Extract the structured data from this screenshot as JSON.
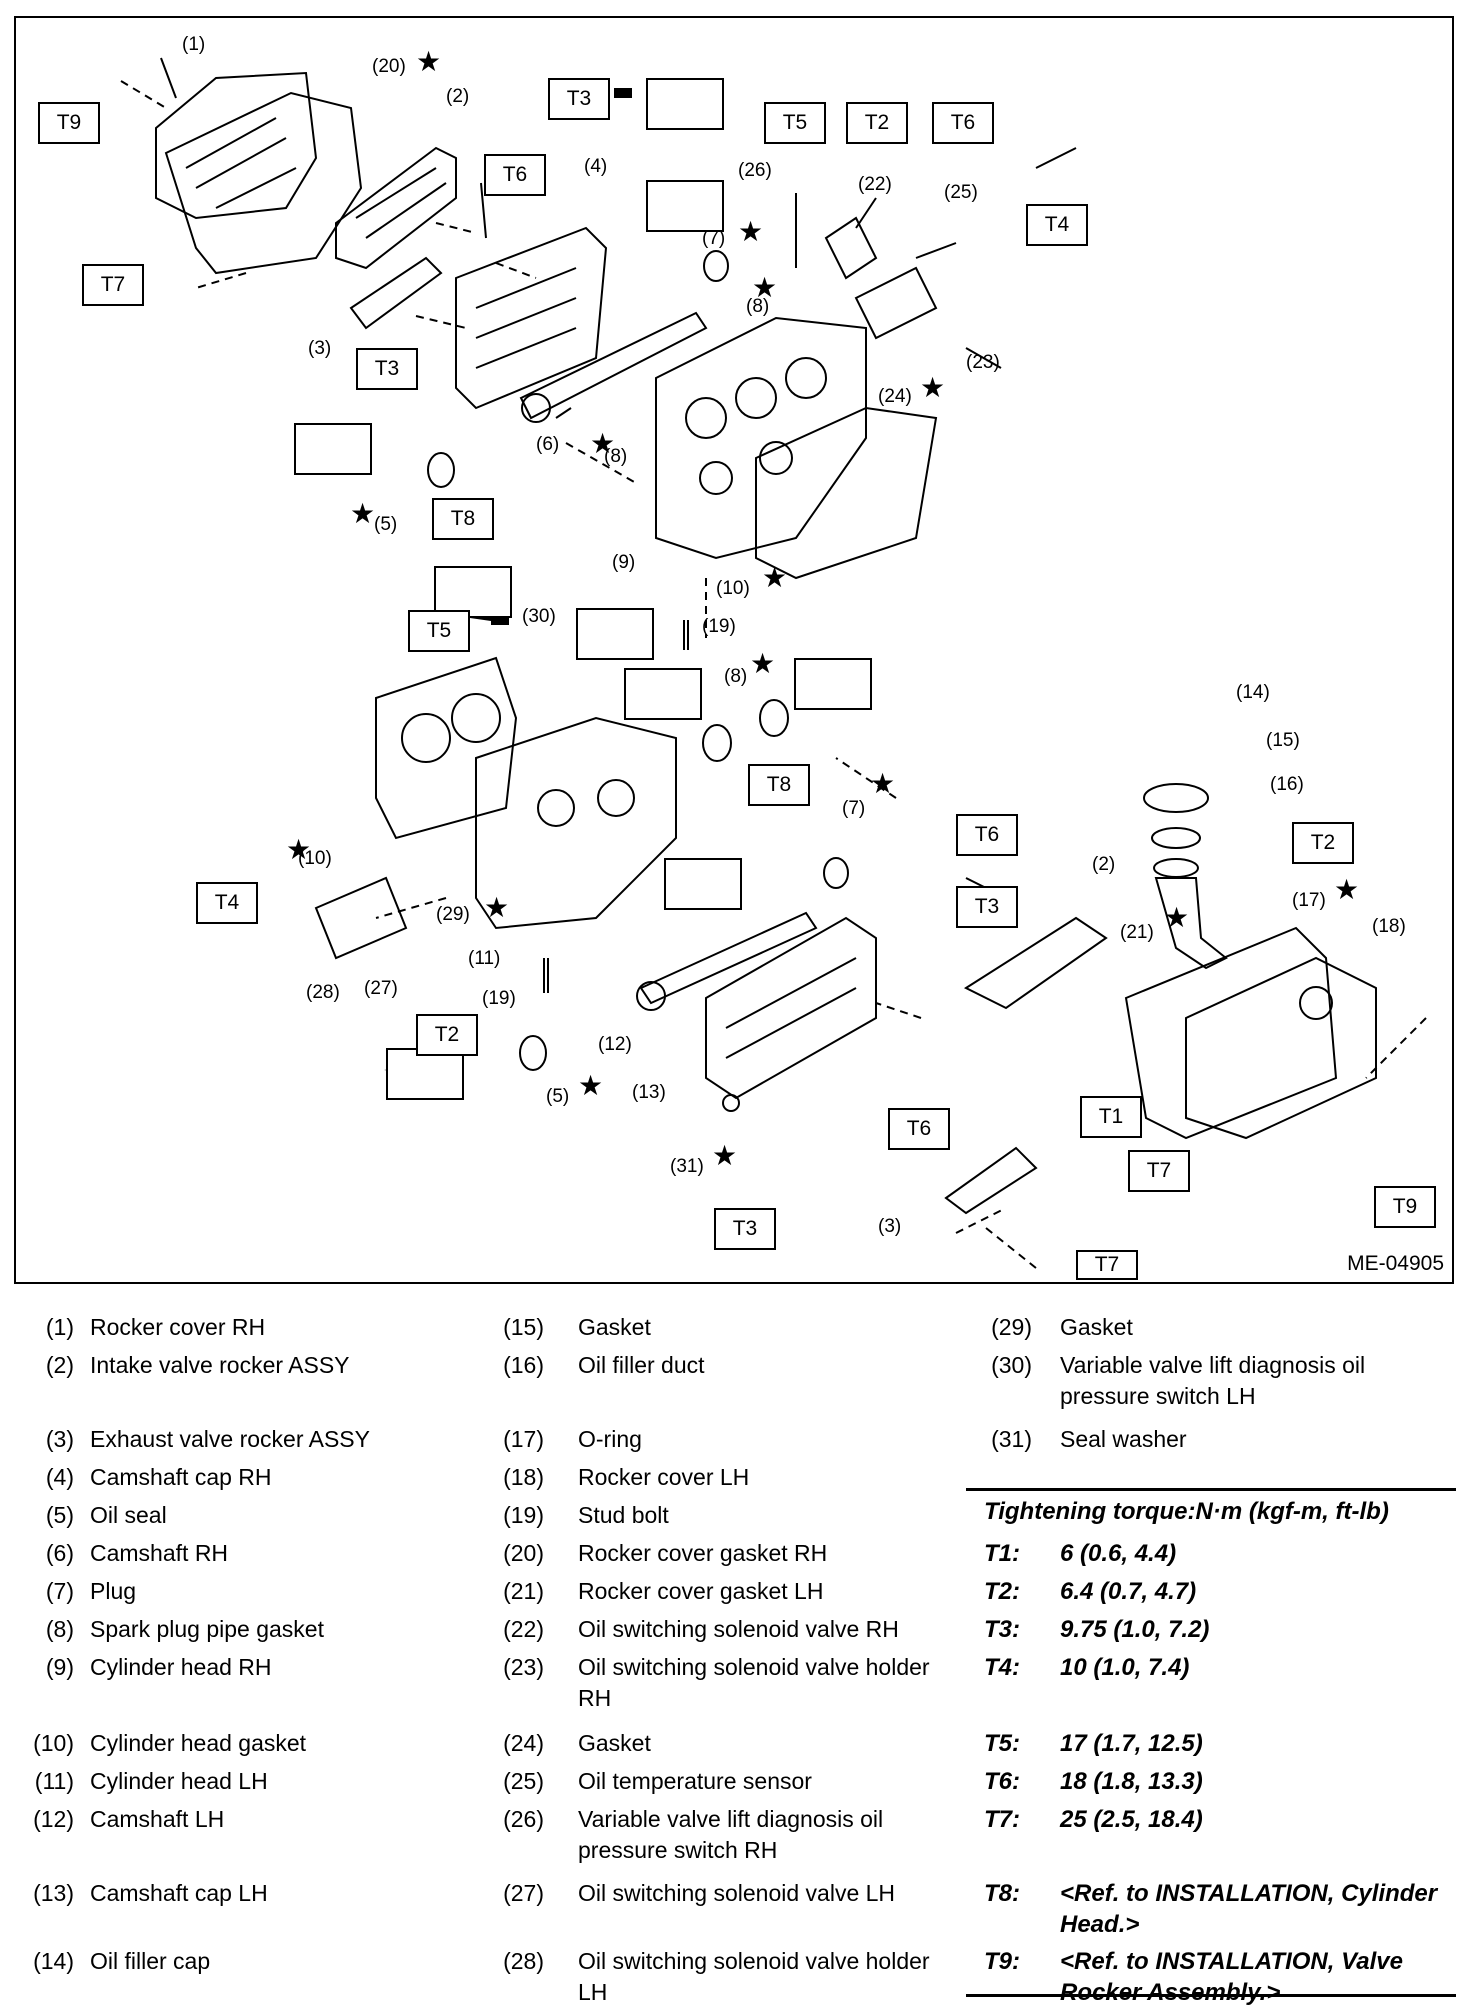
{
  "figure_code": "ME-04905",
  "torque_boxes": [
    "T1",
    "T2",
    "T3",
    "T4",
    "T5",
    "T6",
    "T7",
    "T8",
    "T9"
  ],
  "callouts": [
    "(1)",
    "(2)",
    "(3)",
    "(4)",
    "(5)",
    "(6)",
    "(7)",
    "(8)",
    "(9)",
    "(10)",
    "(11)",
    "(12)",
    "(13)",
    "(14)",
    "(15)",
    "(16)",
    "(17)",
    "(18)",
    "(19)",
    "(20)",
    "(21)",
    "(22)",
    "(23)",
    "(24)",
    "(25)",
    "(26)",
    "(27)",
    "(28)",
    "(29)",
    "(30)",
    "(31)"
  ],
  "star_symbol": "★",
  "legend": {
    "col1": [
      {
        "num": "(1)",
        "text": "Rocker cover RH"
      },
      {
        "num": "(2)",
        "text": "Intake valve rocker ASSY"
      },
      {
        "num": "(3)",
        "text": "Exhaust valve rocker ASSY"
      },
      {
        "num": "(4)",
        "text": "Camshaft cap RH"
      },
      {
        "num": "(5)",
        "text": "Oil seal"
      },
      {
        "num": "(6)",
        "text": "Camshaft RH"
      },
      {
        "num": "(7)",
        "text": "Plug"
      },
      {
        "num": "(8)",
        "text": "Spark plug pipe gasket"
      },
      {
        "num": "(9)",
        "text": "Cylinder head RH"
      },
      {
        "num": "(10)",
        "text": "Cylinder head gasket"
      },
      {
        "num": "(11)",
        "text": "Cylinder head LH"
      },
      {
        "num": "(12)",
        "text": "Camshaft LH"
      },
      {
        "num": "(13)",
        "text": "Camshaft cap LH"
      },
      {
        "num": "(14)",
        "text": "Oil filler cap"
      }
    ],
    "col2": [
      {
        "num": "(15)",
        "text": "Gasket"
      },
      {
        "num": "(16)",
        "text": "Oil filler duct"
      },
      {
        "num": "(17)",
        "text": "O-ring"
      },
      {
        "num": "(18)",
        "text": "Rocker cover LH"
      },
      {
        "num": "(19)",
        "text": "Stud bolt"
      },
      {
        "num": "(20)",
        "text": "Rocker cover gasket RH"
      },
      {
        "num": "(21)",
        "text": "Rocker cover gasket LH"
      },
      {
        "num": "(22)",
        "text": "Oil switching solenoid valve RH"
      },
      {
        "num": "(23)",
        "text": "Oil switching solenoid valve holder RH"
      },
      {
        "num": "(24)",
        "text": "Gasket"
      },
      {
        "num": "(25)",
        "text": "Oil temperature sensor"
      },
      {
        "num": "(26)",
        "text": "Variable valve lift diagnosis oil pressure switch RH"
      },
      {
        "num": "(27)",
        "text": "Oil switching solenoid valve LH"
      },
      {
        "num": "(28)",
        "text": "Oil switching solenoid valve holder LH"
      }
    ],
    "col3": [
      {
        "num": "(29)",
        "text": "Gasket"
      },
      {
        "num": "(30)",
        "text": "Variable valve lift diagnosis oil pressure switch LH"
      },
      {
        "num": "(31)",
        "text": "Seal washer"
      }
    ]
  },
  "torque": {
    "title": "Tightening torque:N·m (kgf-m, ft-lb)",
    "rows": [
      {
        "key": "T1:",
        "value": "6 (0.6, 4.4)"
      },
      {
        "key": "T2:",
        "value": "6.4 (0.7, 4.7)"
      },
      {
        "key": "T3:",
        "value": "9.75 (1.0, 7.2)"
      },
      {
        "key": "T4:",
        "value": "10 (1.0, 7.4)"
      },
      {
        "key": "T5:",
        "value": "17 (1.7, 12.5)"
      },
      {
        "key": "T6:",
        "value": "18 (1.8, 13.3)"
      },
      {
        "key": "T7:",
        "value": "25 (2.5, 18.4)"
      },
      {
        "key": "T8:",
        "value": "<Ref. to INSTALLATION, Cylinder Head.>"
      },
      {
        "key": "T9:",
        "value": "<Ref. to INSTALLATION, Valve Rocker Assembly.>"
      }
    ]
  }
}
